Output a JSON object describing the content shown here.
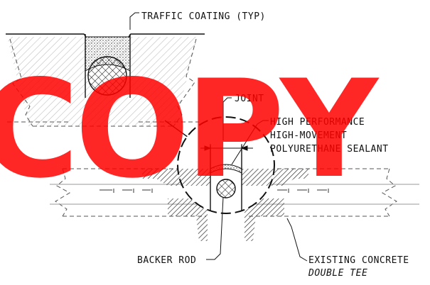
{
  "labels": {
    "traffic_coating": "TRAFFIC COATING (TYP)",
    "joint": "JOINT",
    "sealant_line1": "HIGH PERFORMANCE",
    "sealant_line2": "HIGH-MOVEMENT",
    "sealant_line3": "POLYURETHANE SEALANT",
    "backer_rod": "BACKER ROD",
    "existing_line1": "EXISTING CONCRETE",
    "existing_line2": "DOUBLE TEE"
  },
  "watermark": {
    "text": "COPY",
    "color": "#ff0000"
  },
  "colors": {
    "line": "#111111",
    "watermark": "#ff0000"
  }
}
